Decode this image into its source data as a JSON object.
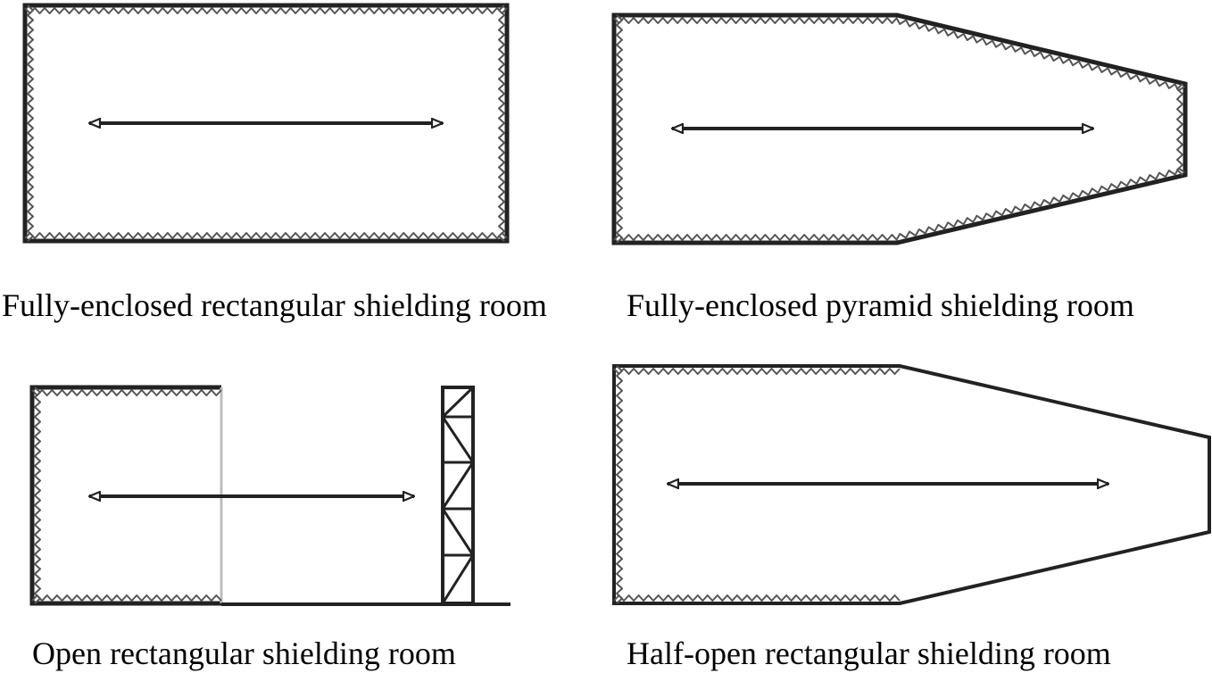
{
  "colors": {
    "ink": "#222222",
    "absorber": "#555555",
    "open_wall": "#bdbdbd",
    "background": "#ffffff"
  },
  "panels": [
    {
      "id": "top-left",
      "caption": "Fully-enclosed rectangular shielding room"
    },
    {
      "id": "top-right",
      "caption": "Fully-enclosed pyramid shielding room"
    },
    {
      "id": "bottom-left",
      "caption": "Open rectangular shielding room"
    },
    {
      "id": "bottom-right",
      "caption": "Half-open rectangular shielding room"
    }
  ]
}
